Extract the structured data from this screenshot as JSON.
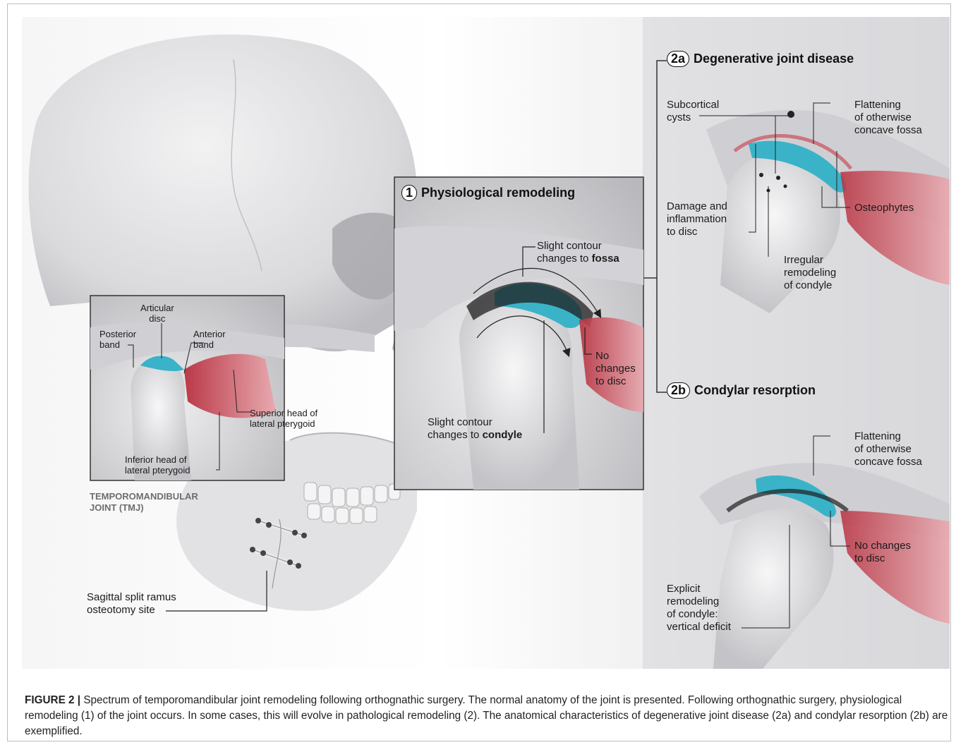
{
  "panel1": {
    "number": "1",
    "title": "Physiological remodeling"
  },
  "panel2a": {
    "number": "2a",
    "title": "Degenerative joint disease"
  },
  "panel2b": {
    "number": "2b",
    "title": "Condylar resorption"
  },
  "tmj_inset": {
    "title": "TEMPOROMANDIBULAR\nJOINT (TMJ)",
    "articular_disc": "Articular\ndisc",
    "posterior_band": "Posterior\nband",
    "anterior_band": "Anterior\nband",
    "superior_head": "Superior head of\nlateral pterygoid",
    "inferior_head": "Inferior head of\nlateral pterygoid"
  },
  "skull_labels": {
    "osteotomy": "Sagittal split ramus\nosteotomy site"
  },
  "panel1_labels": {
    "fossa_prefix": "Slight contour\nchanges to ",
    "fossa_bold": "fossa",
    "condyle_prefix": "Slight contour\nchanges to ",
    "condyle_bold": "condyle",
    "no_changes_disc": "No\nchanges\nto disc"
  },
  "panel2a_labels": {
    "subcortical_cysts": "Subcortical\ncysts",
    "flattening": "Flattening\nof otherwise\nconcave fossa",
    "damage": "Damage and\ninflammation\nto disc",
    "osteophytes": "Osteophytes",
    "irregular": "Irregular\nremodeling\nof condyle"
  },
  "panel2b_labels": {
    "flattening": "Flattening\nof otherwise\nconcave fossa",
    "no_changes_disc": "No changes\nto disc",
    "explicit": "Explicit\nremodeling\nof condyle:\nvertical deficit"
  },
  "caption": {
    "label": "FIGURE 2",
    "separator": "|",
    "text": "Spectrum of temporomandibular joint remodeling following orthognathic surgery. The normal anatomy of the joint is presented. Following orthognathic surgery, physiological remodeling (1) of the joint occurs. In some cases, this will evolve in pathological remodeling (2). The anatomical characteristics of degenerative joint disease (2a) and condylar resorption (2b) are exemplified."
  },
  "colors": {
    "disc": "#3ab3c8",
    "muscle": "#c8384a",
    "bone": "#e6e6e8",
    "background": "#d9d9dc"
  }
}
